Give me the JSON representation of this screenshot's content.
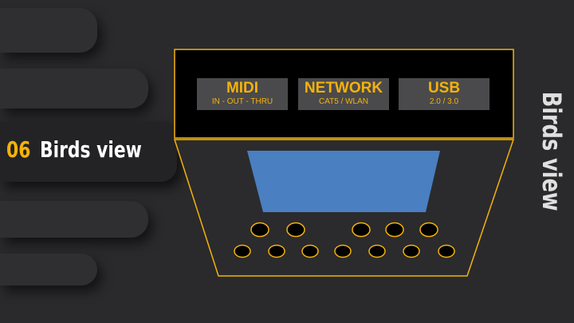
{
  "theme": {
    "accent": "#f5b20a",
    "screen": "#4a7fc1",
    "panel_bg": "#000000",
    "page_bg": "#2a2a2c"
  },
  "section": {
    "number": "06",
    "title": "Birds view"
  },
  "side_label": "Birds view",
  "ports": [
    {
      "title": "MIDI",
      "subtitle": "IN - OUT - THRU"
    },
    {
      "title": "NETWORK",
      "subtitle": "CAT5 / WLAN"
    },
    {
      "title": "USB",
      "subtitle": "2.0 / 3.0"
    }
  ],
  "knobs": {
    "top_row_count": 5,
    "bottom_row_count": 7
  }
}
